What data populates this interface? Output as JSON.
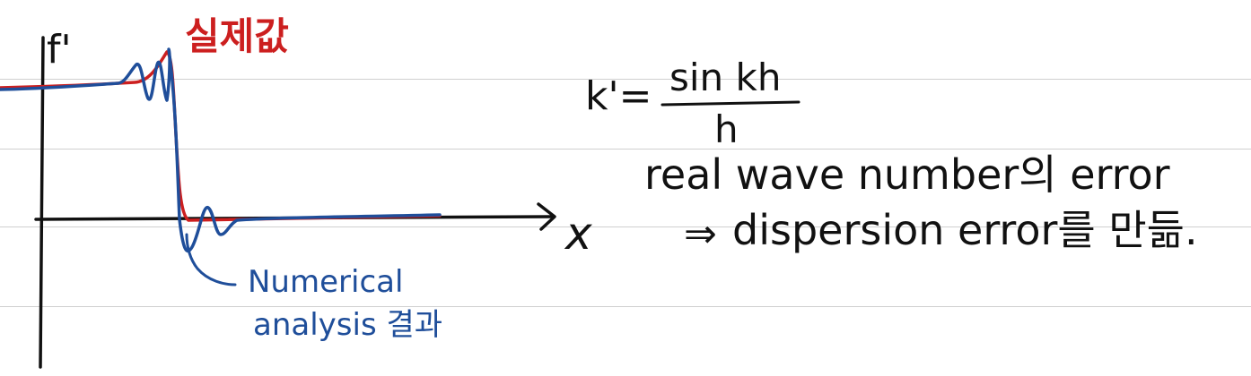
{
  "colors": {
    "ink": "#111111",
    "actual": "#cc1f1f",
    "numerical": "#1f4e9a",
    "rule": "#d0d0d0"
  },
  "sketch": {
    "y_axis_label": "f'",
    "x_axis_label": "x",
    "actual_label": "실제값",
    "numerical_label_line1": "Numerical",
    "numerical_label_line2": "analysis 결과"
  },
  "notes": {
    "formula_lhs": "k'=",
    "formula_numerator": "sin kh",
    "formula_denominator": "h",
    "line1": "real wave number의 error",
    "implies": "⇒",
    "line2": "dispersion error를 만듦."
  }
}
